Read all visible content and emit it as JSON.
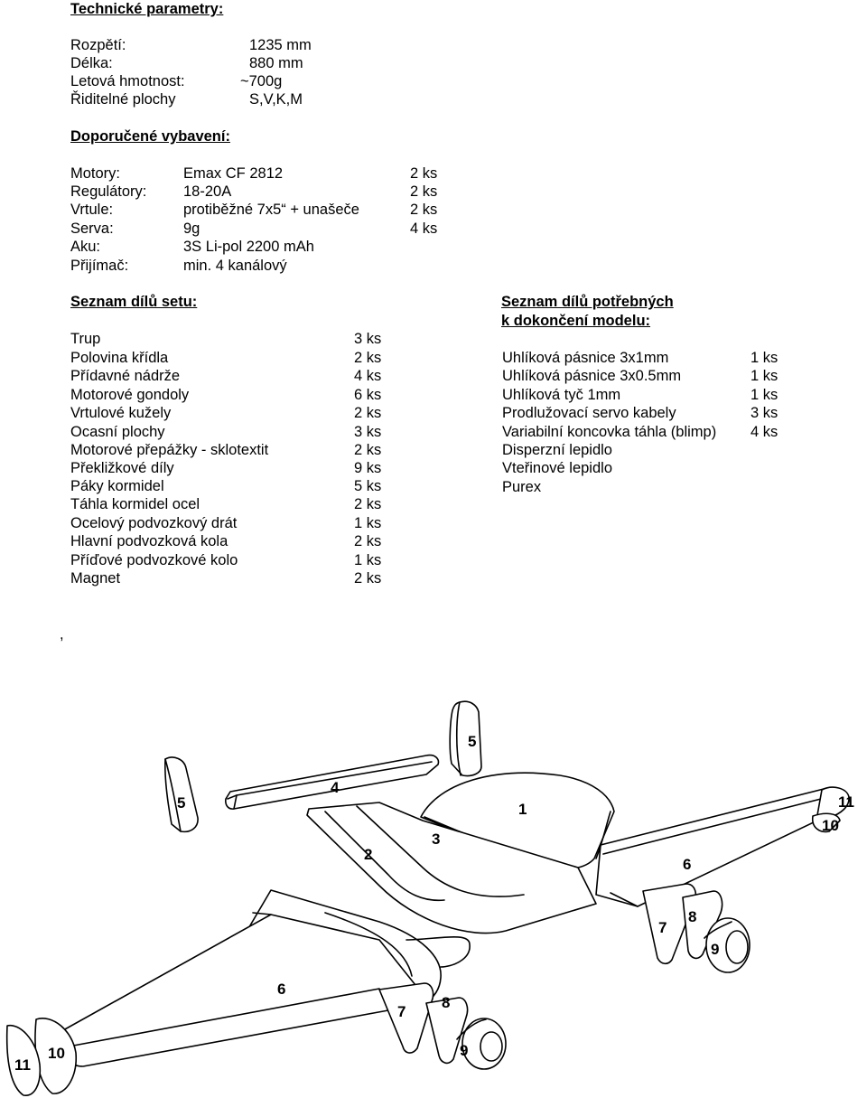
{
  "technical": {
    "heading": "Technické parametry:",
    "rows": [
      {
        "label": "Rozpětí:",
        "value": "1235 mm"
      },
      {
        "label": "Délka:",
        "value": "880 mm"
      },
      {
        "label": "Letová hmotnost:",
        "value": "~700g"
      },
      {
        "label": "Řiditelné plochy",
        "value": "S,V,K,M"
      }
    ]
  },
  "equipment": {
    "heading": "Doporučené vybavení:",
    "rows": [
      {
        "label": "Motory:",
        "item": "Emax CF 2812",
        "qty": "2 ks"
      },
      {
        "label": "Regulátory:",
        "item": "18-20A",
        "qty": "2 ks"
      },
      {
        "label": "Vrtule:",
        "item": "protiběžné 7x5“ + unašeče",
        "qty": "2 ks"
      },
      {
        "label": "Serva:",
        "item": "9g",
        "qty": "4 ks"
      },
      {
        "label": "Aku:",
        "item": "3S Li-pol 2200 mAh",
        "qty": ""
      },
      {
        "label": "Přijímač:",
        "item": "min. 4 kanálový",
        "qty": ""
      }
    ]
  },
  "kit_parts": {
    "heading": "Seznam dílů setu:",
    "rows": [
      {
        "name": "Trup",
        "qty": "3 ks"
      },
      {
        "name": "Polovina křídla",
        "qty": "2 ks"
      },
      {
        "name": "Přídavné nádrže",
        "qty": "4 ks"
      },
      {
        "name": "Motorové gondoly",
        "qty": "6 ks"
      },
      {
        "name": "Vrtulové kužely",
        "qty": "2 ks"
      },
      {
        "name": "Ocasní plochy",
        "qty": "3 ks"
      },
      {
        "name": "Motorové přepážky - sklotextit",
        "qty": "2 ks"
      },
      {
        "name": "Překližkové díly",
        "qty": "9 ks"
      },
      {
        "name": "Páky kormidel",
        "qty": "5 ks"
      },
      {
        "name": "Táhla kormidel  ocel",
        "qty": "2 ks"
      },
      {
        "name": "Ocelový podvozkový drát",
        "qty": "1 ks"
      },
      {
        "name": "Hlavní podvozková kola",
        "qty": "2 ks"
      },
      {
        "name": "Příďové podvozkové kolo",
        "qty": "1 ks"
      },
      {
        "name": "Magnet",
        "qty": "2 ks"
      }
    ]
  },
  "needed_parts": {
    "heading_line1": "Seznam dílů potřebných",
    "heading_line2": "k dokončení modelu:",
    "rows": [
      {
        "name": "Uhlíková pásnice 3x1mm",
        "qty": "1 ks"
      },
      {
        "name": "Uhlíková pásnice 3x0.5mm",
        "qty": "1 ks"
      },
      {
        "name": "Uhlíková tyč 1mm",
        "qty": "1 ks"
      },
      {
        "name": "Prodlužovací servo kabely",
        "qty": "3 ks"
      },
      {
        "name": "Variabilní koncovka táhla (blimp)",
        "qty": "4 ks"
      },
      {
        "name": "Disperzní lepidlo",
        "qty": ""
      },
      {
        "name": "Vteřinové lepidlo",
        "qty": ""
      },
      {
        "name": "Purex",
        "qty": ""
      }
    ]
  },
  "stray_mark": ",",
  "diagram": {
    "labels": {
      "fuselage": "1",
      "wing_tank": "2",
      "tank_b": "3",
      "elevator": "4",
      "fin_right": "5",
      "fin_left": "5",
      "wing_right": "6",
      "wing_left": "6",
      "nacelle_right_7": "7",
      "nacelle_right_8": "8",
      "spinner_right": "9",
      "nacelle_left_7": "7",
      "nacelle_left_8": "8",
      "spinner_left": "9",
      "tip_right_10": "10",
      "tip_right_11": "11",
      "tip_left_10": "10",
      "tip_left_11": "11"
    }
  }
}
